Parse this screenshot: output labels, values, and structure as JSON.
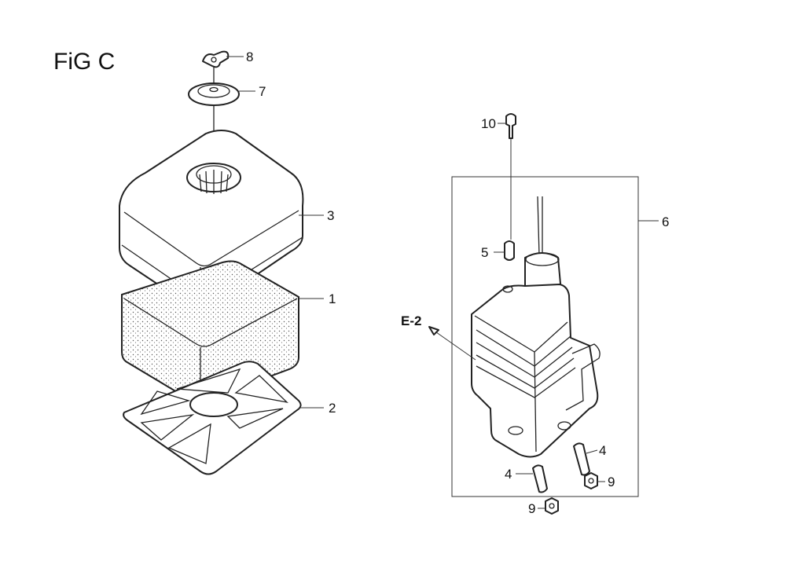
{
  "figure": {
    "title": "FiG C"
  },
  "callouts": {
    "c1": "1",
    "c2": "2",
    "c3": "3",
    "c4a": "4",
    "c4b": "4",
    "c5": "5",
    "c6": "6",
    "c7": "7",
    "c8": "8",
    "c9a": "9",
    "c9b": "9",
    "c10": "10"
  },
  "reference": {
    "label": "E-2"
  }
}
